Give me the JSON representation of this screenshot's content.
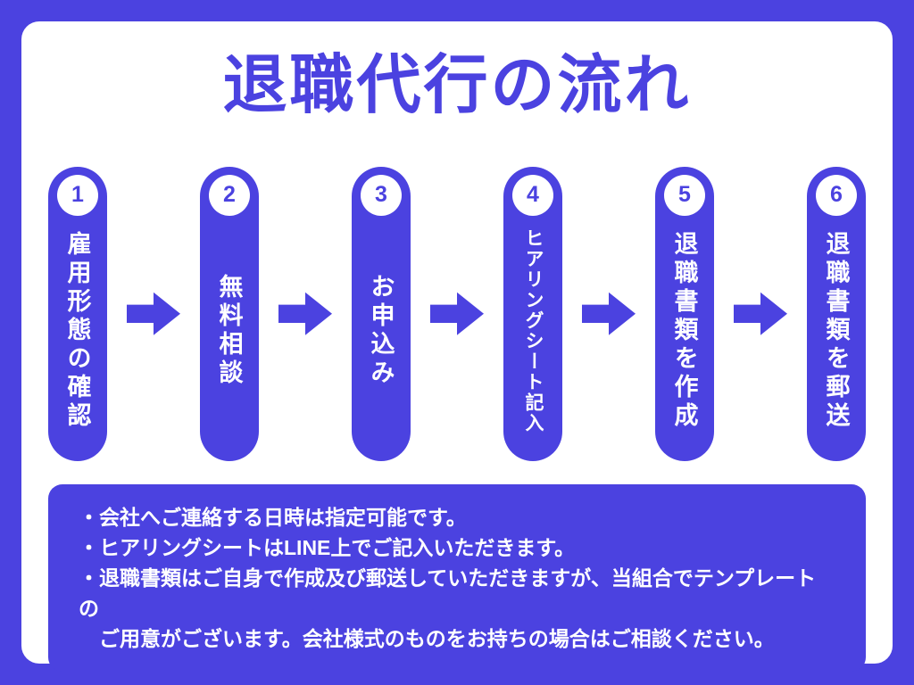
{
  "colors": {
    "accent": "#4b42e0",
    "card_background": "#ffffff",
    "text_on_accent": "#ffffff"
  },
  "title": "退職代行の流れ",
  "steps": [
    {
      "number": "1",
      "label": "雇用形態の確認"
    },
    {
      "number": "2",
      "label": "無料相談"
    },
    {
      "number": "3",
      "label": "お申込み"
    },
    {
      "number": "4",
      "label": "ヒアリングシート記入"
    },
    {
      "number": "5",
      "label": "退職書類を作成"
    },
    {
      "number": "6",
      "label": "退職書類を郵送"
    }
  ],
  "notes": {
    "lines": [
      "・会社へご連絡する日時は指定可能です。",
      "・ヒアリングシートはLINE上でご記入いただきます。",
      "・退職書類はご自身で作成及び郵送していただきますが、当組合でテンプレートの",
      "　ご用意がございます。会社様式のものをお持ちの場合はご相談ください。"
    ]
  }
}
